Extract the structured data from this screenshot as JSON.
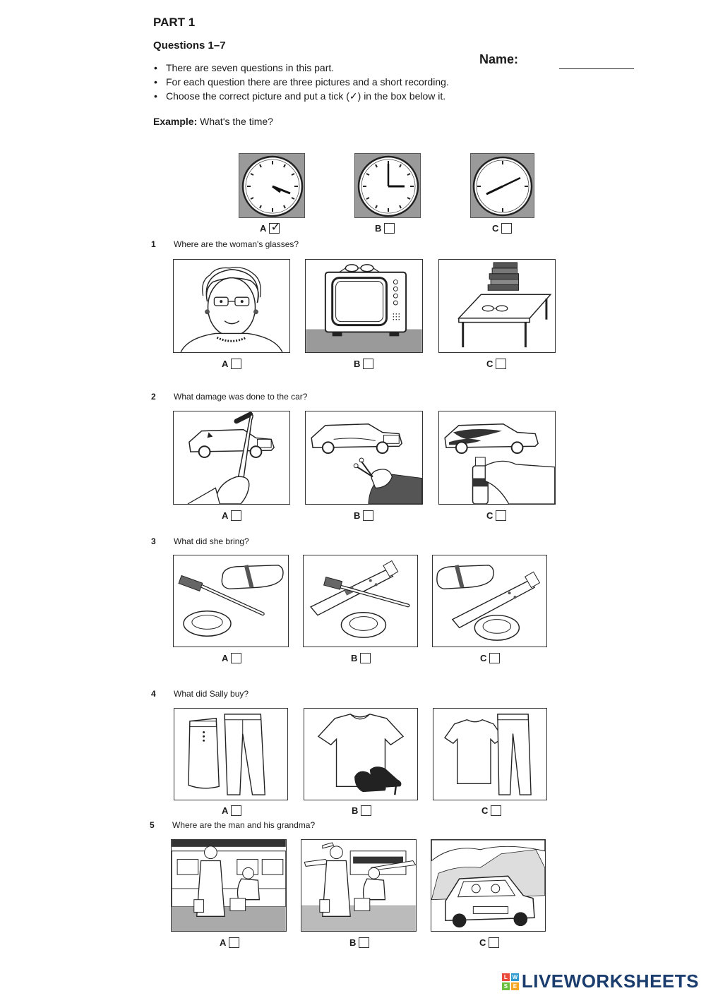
{
  "header": {
    "part": "PART 1",
    "questions": "Questions 1–7",
    "bullets": [
      "There are seven questions in this part.",
      "For each question there are three pictures and a short recording.",
      "Choose the correct picture and put a tick (✓) in the box below it."
    ],
    "name_label": "Name:"
  },
  "example": {
    "label": "Example:",
    "question": "What's the time?",
    "options": [
      "A",
      "B",
      "C"
    ],
    "tick": "✓"
  },
  "questions": [
    {
      "num": "1",
      "text": "Where are the woman's glasses?"
    },
    {
      "num": "2",
      "text": "What damage was done to the car?"
    },
    {
      "num": "3",
      "text": "What did she bring?"
    },
    {
      "num": "4",
      "text": "What did Sally buy?"
    },
    {
      "num": "5",
      "text": "Where are the man and his grandma?"
    }
  ],
  "option_labels": [
    "A",
    "B",
    "C"
  ],
  "logo": {
    "text": "LIVEWORKSHEETS",
    "letters": [
      "L",
      "W",
      "S",
      "E"
    ],
    "colors": [
      "#e94b3c",
      "#2e9ad0",
      "#6cbf3f",
      "#f5a623"
    ]
  }
}
